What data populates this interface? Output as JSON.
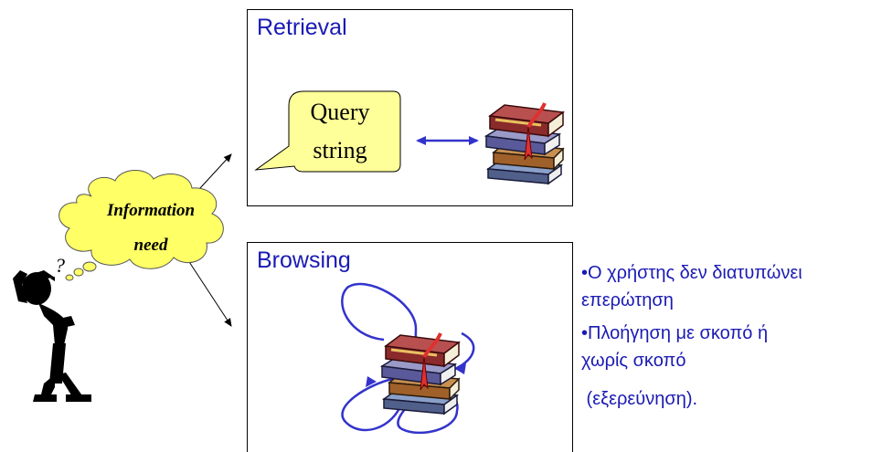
{
  "retrieval": {
    "title": "Retrieval",
    "query_line1": "Query",
    "query_line2": "string",
    "bubble_fill": "#ffff99",
    "arrow_color": "#3333cc"
  },
  "browsing": {
    "title": "Browsing",
    "loop_color": "#3333cc"
  },
  "thought": {
    "line1": "Information",
    "line2": "need",
    "question_mark": "?",
    "cloud_fill": "#ffff66"
  },
  "notes": {
    "line1": "•Ο χρήστης δεν διατυπώνει",
    "line2": "επερώτηση",
    "line3": "•Πλοήγηση με σκοπό ή",
    "line4": "χωρίς σκοπό",
    "line5": " (εξερεύνηση).",
    "color": "#1a1ab4"
  },
  "icons": {
    "books": "stack-of-books-icon",
    "person": "thinking-person-icon"
  }
}
